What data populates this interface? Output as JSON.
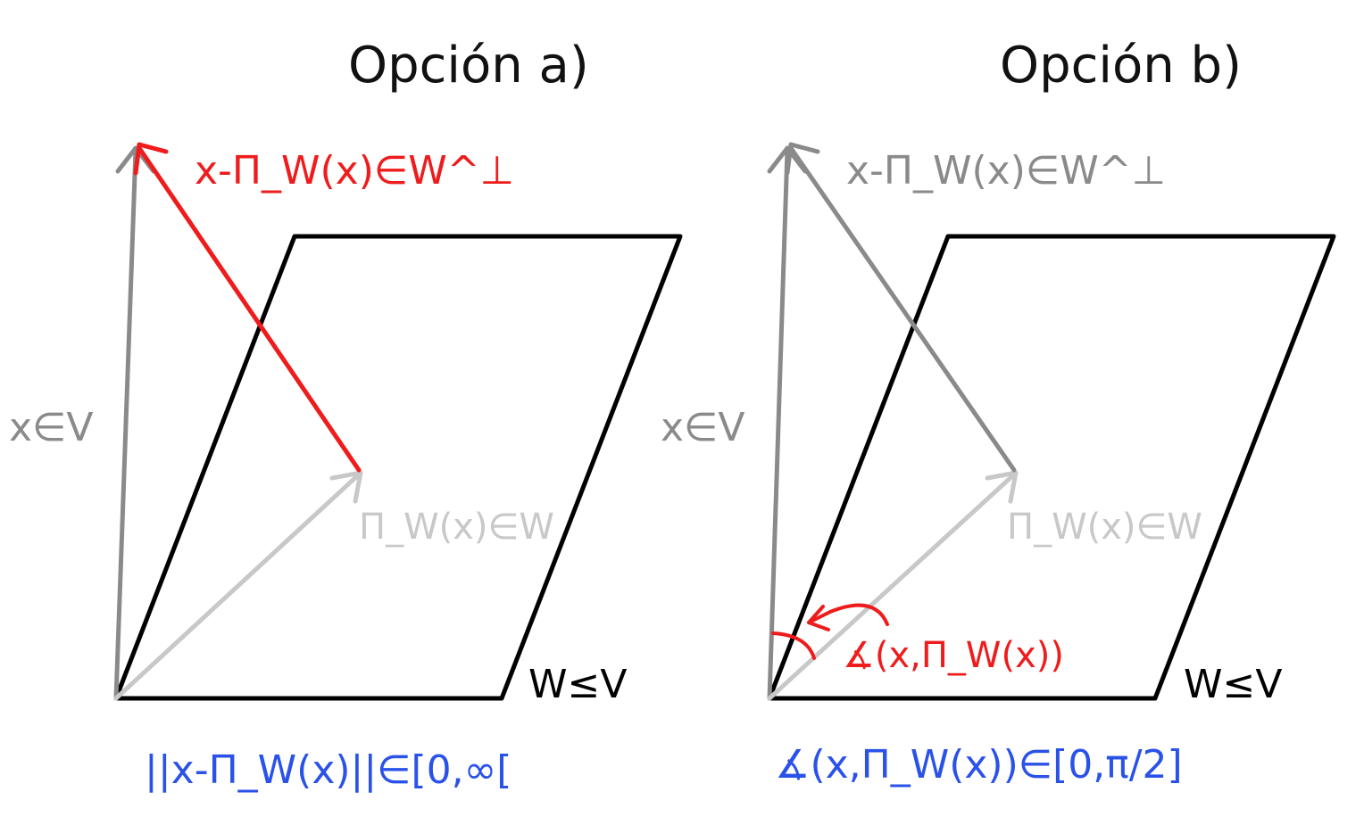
{
  "panels": [
    {
      "title": "Opción a)",
      "label_x": "x∈V",
      "label_residual": "x-Π_W(x)∈W^⊥",
      "label_projection": "Π_W(x)∈W",
      "label_subspace": "W≤V",
      "label_bottom": "||x-Π_W(x)||∈[0,∞[",
      "residual_color": "#ee1c1c"
    },
    {
      "title": "Opción b)",
      "label_x": "x∈V",
      "label_residual": "x-Π_W(x)∈W^⊥",
      "label_projection": "Π_W(x)∈W",
      "label_subspace": "W≤V",
      "label_angle": "∡(x,Π_W(x))",
      "label_bottom": "∡(x,Π_W(x))∈[0,π/2]",
      "angle_color": "#ee1c1c"
    }
  ],
  "colors": {
    "x_vector": "#8a8a8a",
    "projection_vector": "#c8c8c8",
    "parallelogram": "#000000",
    "bottom_text": "#2a52e8",
    "residual_b": "#8a8a8a"
  }
}
